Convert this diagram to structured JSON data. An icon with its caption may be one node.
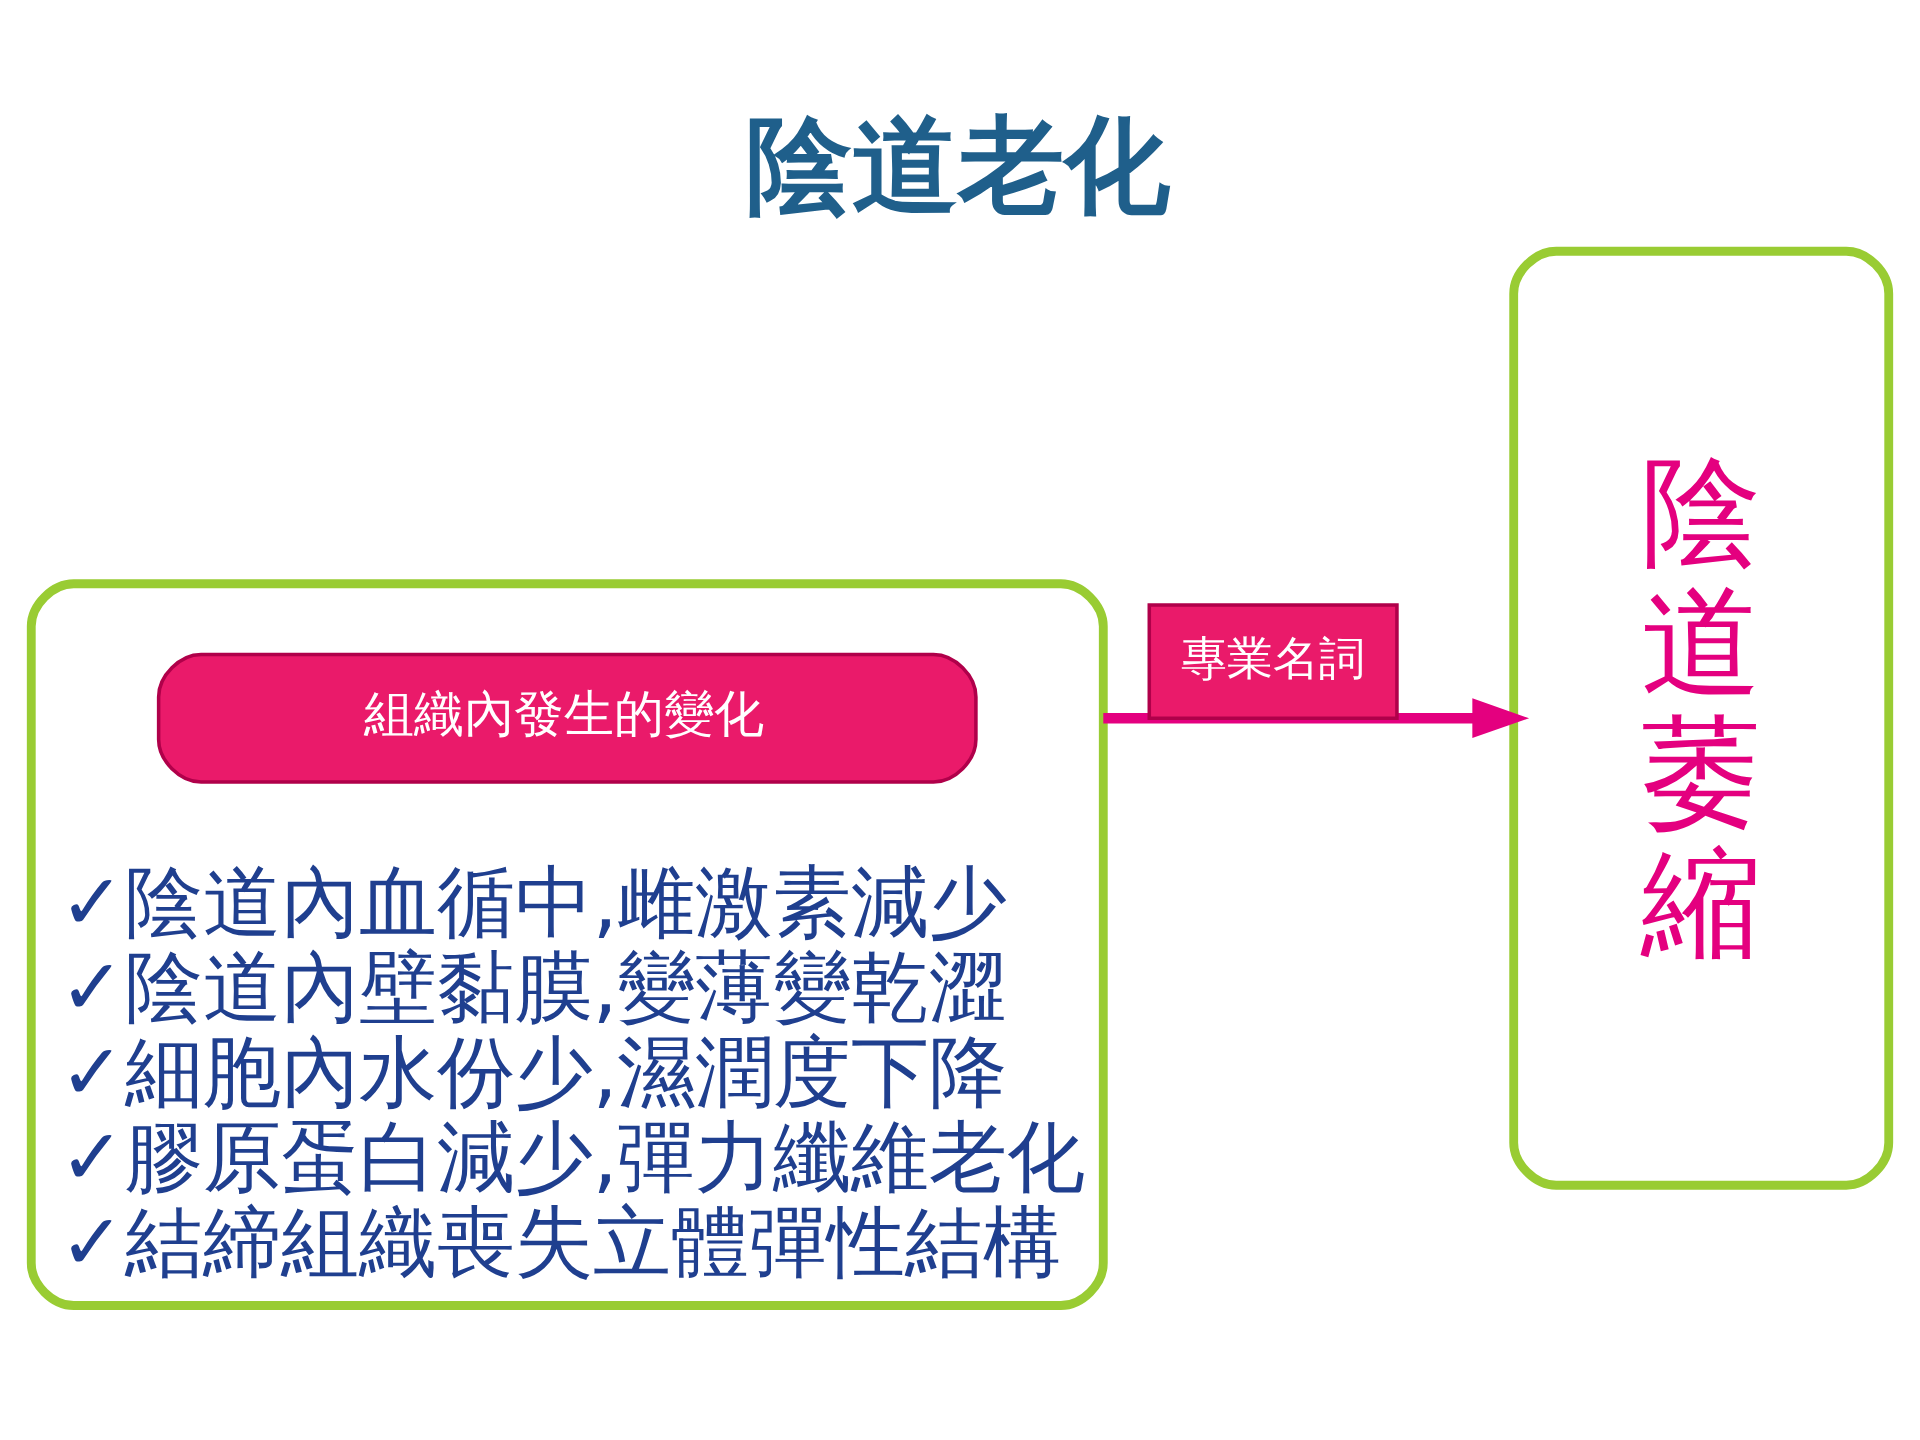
{
  "diagram": {
    "title": "陰道老化",
    "nodes": [
      {
        "text": [
          "✓陰道內血循中,雌激素減少",
          "✓陰道內壁黏膜,變薄變乾澀",
          "✓細胞內水份少,濕潤度下降",
          "✓膠原蛋白減少,彈力纖維老化",
          "✓結締組織喪失立體彈性結構"
        ]
      },
      {
        "text": [
          "組織內發生的變化"
        ],
        "in": 0
      },
      {
        "text": [
          "陰道萎縮"
        ]
      }
    ],
    "edges": [
      {
        "from": 0,
        "to": 2,
        "arrow": "to",
        "label": "專業名詞"
      }
    ]
  }
}
